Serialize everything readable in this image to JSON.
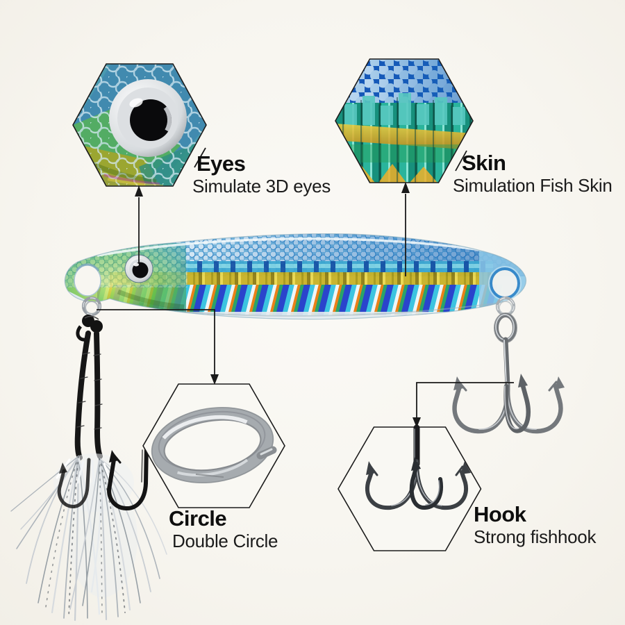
{
  "callouts": [
    {
      "id": "eyes",
      "title": "Eyes",
      "subtitle": "Simulate 3D eyes"
    },
    {
      "id": "skin",
      "title": "Skin",
      "subtitle": "Simulation Fish Skin"
    },
    {
      "id": "circle",
      "title": "Circle",
      "subtitle": "Double Circle"
    },
    {
      "id": "hook",
      "title": "Hook",
      "subtitle": "Strong fishhook"
    }
  ],
  "figures": [
    {
      "name": "eyes-hexagon-photo",
      "depicts": "close-up of simulated 3D lure eye"
    },
    {
      "name": "skin-hexagon-photo",
      "depicts": "close-up of holographic fish-skin pattern"
    },
    {
      "name": "circle-hexagon-photo",
      "depicts": "stainless double split ring"
    },
    {
      "name": "hook-hexagon-photo",
      "depicts": "strong treble fishhook"
    },
    {
      "name": "lure-photo",
      "depicts": "metal jig fishing lure with assist hooks and treble hook"
    }
  ],
  "palette": {
    "background": "#f7f5f0",
    "text": "#121212",
    "line": "#1a1a1a",
    "lure_blue": "#1b6ab8",
    "lure_gold": "#c9b226",
    "holo_cyan": "#3cc4e0",
    "holo_orange": "#ea8018",
    "hardware_silver": "#b4b8bc",
    "cord_black": "#161616"
  }
}
